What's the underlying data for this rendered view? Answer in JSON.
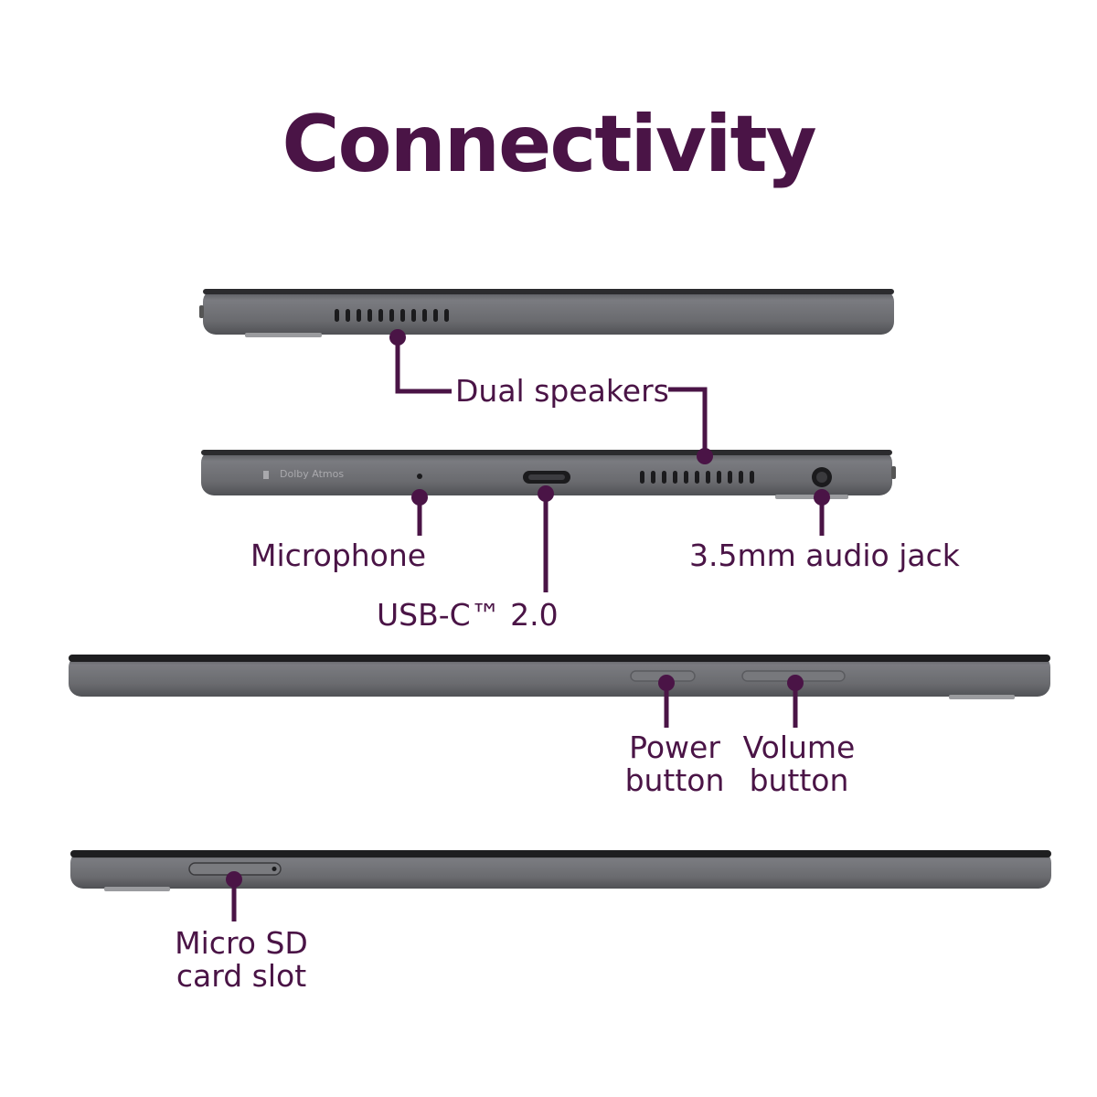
{
  "title": "Connectivity",
  "colors": {
    "accent": "#4a1446",
    "device": "#6e6f73",
    "device_edge": "#2b2b2e"
  },
  "watermark": "Dolby Atmos",
  "labels": {
    "dual_speakers": "Dual speakers",
    "microphone": "Microphone",
    "usbc": "USB-C™ 2.0",
    "audio_jack": "3.5mm audio jack",
    "power_line1": "Power",
    "power_line2": "button",
    "volume_line1": "Volume",
    "volume_line2": "button",
    "microsd_line1": "Micro SD",
    "microsd_line2": "card slot"
  }
}
